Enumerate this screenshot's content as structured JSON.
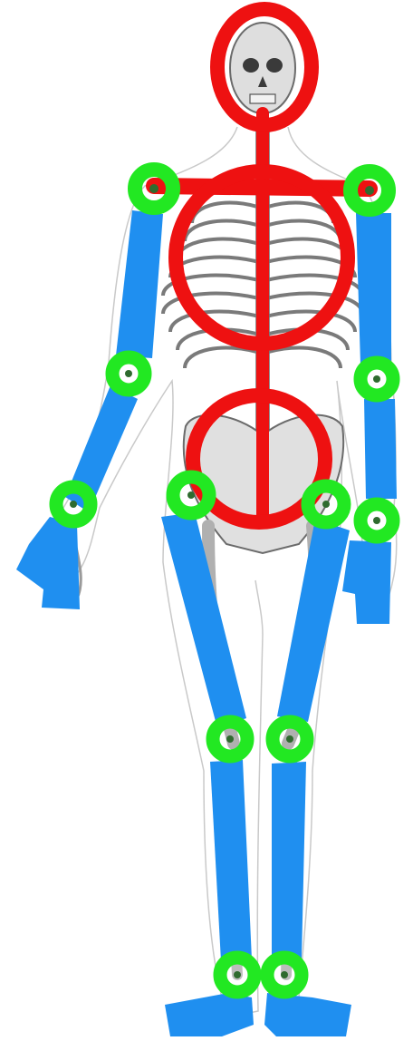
{
  "figure": {
    "colors": {
      "background": "#ffffff",
      "body_outline": "#c9c9c9",
      "bone_fill": "#e2e2e2",
      "bone_stroke": "#6b6b6b",
      "core_ring": "#ee1111",
      "limb_segment": "#1f8ff0",
      "joint": "#22e822",
      "joint_center": "#2f6b2f"
    },
    "core_rings": [
      "head",
      "thorax",
      "pelvis"
    ],
    "core_lines": [
      "neck-to-pelvis-axis",
      "shoulder-line"
    ],
    "limb_segments": [
      "left-upper-arm",
      "left-forearm",
      "left-hand",
      "right-upper-arm",
      "right-forearm",
      "right-hand",
      "left-thigh",
      "left-shin",
      "left-foot",
      "right-thigh",
      "right-shin",
      "right-foot"
    ],
    "joints": [
      "left-shoulder",
      "left-elbow",
      "left-wrist",
      "right-shoulder",
      "right-elbow",
      "right-wrist",
      "left-hip",
      "left-knee",
      "left-ankle",
      "right-hip",
      "right-knee",
      "right-ankle"
    ]
  }
}
